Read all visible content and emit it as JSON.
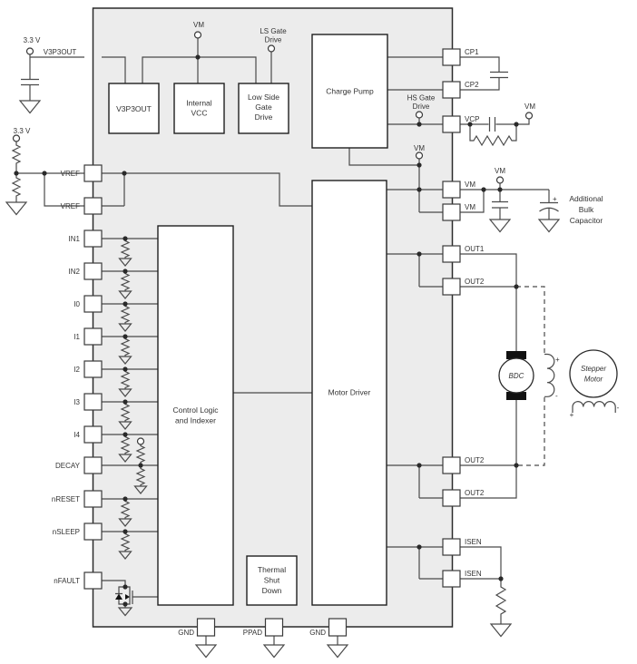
{
  "colors": {
    "chip_fill": "#ececec",
    "wire": "#4a4a4a",
    "text": "#333333",
    "block_border": "#1f1f1f"
  },
  "chip": {
    "blocks": {
      "v3p3out": "V3P3OUT",
      "internal_vcc": [
        "Internal",
        "VCC"
      ],
      "low_side_gate_drive": [
        "Low Side",
        "Gate",
        "Drive"
      ],
      "charge_pump": "Charge Pump",
      "control_logic": [
        "Control Logic",
        "and Indexer"
      ],
      "motor_driver": "Motor Driver",
      "thermal_shutdown": [
        "Thermal",
        "Shut",
        "Down"
      ]
    },
    "pins": {
      "left": [
        "VREF",
        "VREF",
        "IN1",
        "IN2",
        "I0",
        "I1",
        "I2",
        "I3",
        "I4",
        "DECAY",
        "nRESET",
        "nSLEEP",
        "nFAULT"
      ],
      "right": [
        "CP1",
        "CP2",
        "VCP",
        "VM",
        "VM",
        "OUT1",
        "OUT2",
        "OUT2",
        "OUT2",
        "ISEN",
        "ISEN"
      ],
      "bottom": [
        "GND",
        "PPAD",
        "GND"
      ]
    }
  },
  "terminals": {
    "v3p3_supply": "3.3 V",
    "vref_supply": "3.3 V",
    "vm_internal_top": "VM",
    "ls_gate_drive": [
      "LS Gate",
      "Drive"
    ],
    "hs_gate_drive": [
      "HS Gate",
      "Drive"
    ],
    "vm_charge_pump": "VM",
    "vm_vcp": "VM",
    "vm_supply": "VM"
  },
  "net_labels": {
    "v3p3out": "V3P3OUT"
  },
  "external": {
    "bulk_capacitor": [
      "Additional",
      "Bulk",
      "Capacitor"
    ],
    "bdc_motor": "BDC",
    "stepper_motor": [
      "Stepper",
      "Motor"
    ],
    "polarity_plus": "+",
    "polarity_minus": "-"
  }
}
